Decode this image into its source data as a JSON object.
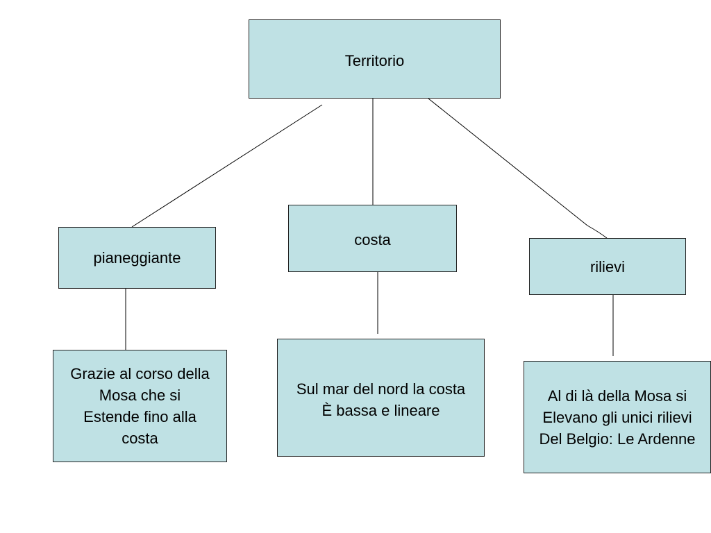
{
  "diagram": {
    "root": "Territorio",
    "branches": [
      {
        "label": "pianeggiante",
        "detail": "Grazie al corso della\nMosa che si\nEstende fino alla\ncosta"
      },
      {
        "label": "costa",
        "detail": "Sul mar del nord la costa\nÈ bassa e lineare"
      },
      {
        "label": "rilievi",
        "detail": "Al di là della Mosa si\nElevano gli unici rilievi\nDel Belgio: Le Ardenne"
      }
    ]
  },
  "colors": {
    "box_fill": "#bfe1e4",
    "box_border": "#222222",
    "line": "#000000"
  }
}
